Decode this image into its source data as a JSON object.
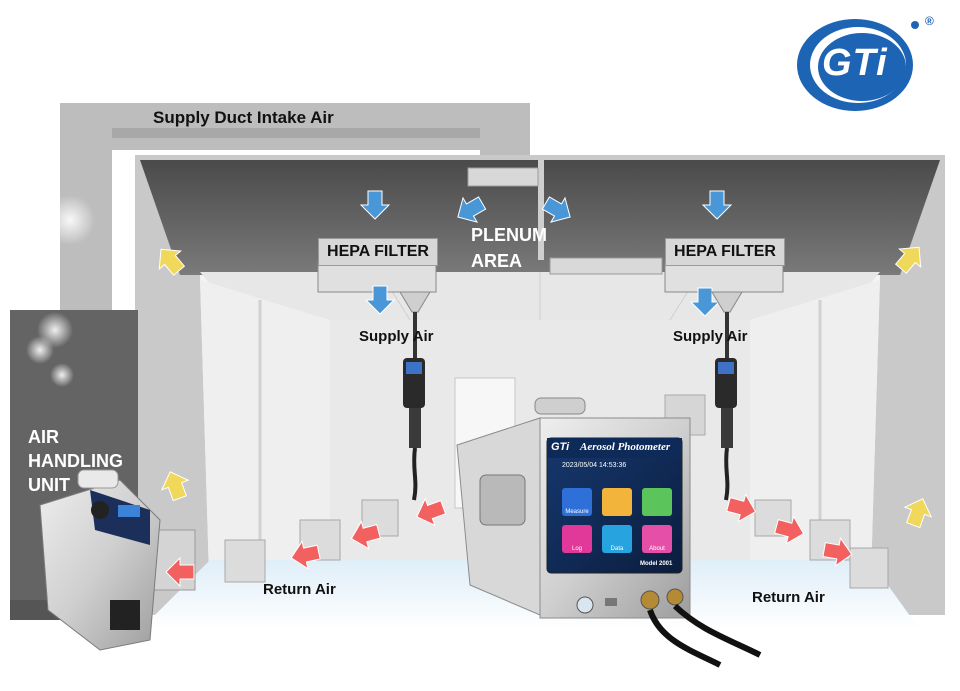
{
  "brand": {
    "logo_text": "GTi",
    "registered_mark": "®",
    "logo_color": "#1e64b4"
  },
  "labels": {
    "supply_duct": "Supply Duct Intake Air",
    "plenum": "PLENUM\nAREA",
    "hepa_left": "HEPA FILTER",
    "hepa_right": "HEPA FILTER",
    "supply_air_left": "Supply Air",
    "supply_air_right": "Supply Air",
    "ahu": "AIR\nHANDLING\nUNIT",
    "return_air_left": "Return Air",
    "return_air_right": "Return Air"
  },
  "device": {
    "title": "Aerosol Photometer",
    "datetime": "2023/05/04 14:53:36",
    "model": "Model 2001",
    "screen_logo": "GTi",
    "tiles": [
      {
        "label": "Measure",
        "color": "#2f6fd8"
      },
      {
        "label": "",
        "color": "#f2b43a"
      },
      {
        "label": "",
        "color": "#5bc45a"
      },
      {
        "label": "Log",
        "color": "#e0399a"
      },
      {
        "label": "Data",
        "color": "#27a3e0"
      },
      {
        "label": "About",
        "color": "#e64fa8"
      }
    ]
  },
  "colors": {
    "supply_arrow": "#4a97d8",
    "return_arrow": "#f26060",
    "ambient_arrow": "#f0d85a",
    "wall": "#c4c4c4",
    "ahu_body": "#636363"
  }
}
